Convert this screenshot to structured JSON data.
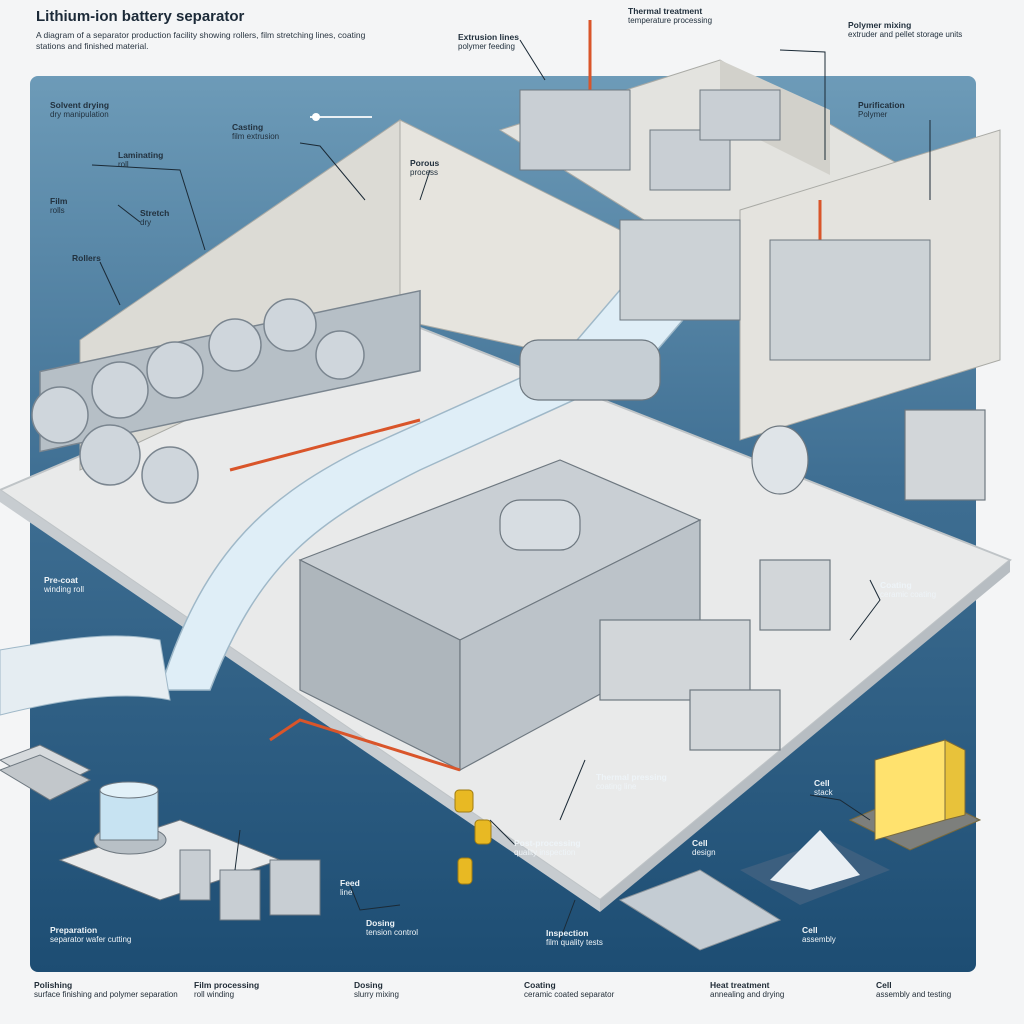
{
  "header": {
    "title": "Lithium-ion battery separator",
    "intro": "A diagram of a separator production facility showing rollers, film stretching lines, coating stations and finished material."
  },
  "callouts": {
    "solvent_dry": {
      "title": "Solvent drying",
      "body": "dry manipulation"
    },
    "casting": {
      "title": "Casting",
      "body": "film extrusion"
    },
    "laminating": {
      "title": "Laminating",
      "body": "roll"
    },
    "film": {
      "title": "Film",
      "body": "rolls"
    },
    "rollers": {
      "title": "Rollers",
      "body": ""
    },
    "stretch": {
      "title": "Stretch",
      "body": "dry"
    },
    "top_process": {
      "title": "Thermal treatment",
      "body": "temperature processing"
    },
    "top_left_unit": {
      "title": "Extrusion lines",
      "body": "polymer feeding"
    },
    "porous": {
      "title": "Porous",
      "body": "process"
    },
    "top_right": {
      "title": "Polymer mixing",
      "body": "extruder and pellet storage units"
    },
    "purification": {
      "title": "Purification",
      "body": "Polymer"
    },
    "bottom_left_film": {
      "title": "Pre-coat",
      "body": "winding roll"
    },
    "right_mid": {
      "title": "Coating",
      "body": "ceramic coating"
    },
    "center_bottom": {
      "title": "Thermal pressing",
      "body": "coating line"
    },
    "center_lower": {
      "title": "Post-processing",
      "body": "quality inspection"
    },
    "cell_mid": {
      "title": "Cell",
      "body": "design"
    },
    "cell_top": {
      "title": "Cell",
      "body": "stack"
    },
    "preparation": {
      "title": "Preparation",
      "body": "separator wafer cutting"
    },
    "feed": {
      "title": "Feed",
      "body": "line"
    },
    "lower_center_text": {
      "title": "Inspection",
      "body": "film quality tests"
    },
    "dosing": {
      "title": "Dosing",
      "body": "tension control"
    },
    "cell_bottom": {
      "title": "Cell",
      "body": "assembly"
    }
  },
  "footer": [
    {
      "title": "Polishing",
      "body": "surface finishing and polymer separation"
    },
    {
      "title": "Film processing",
      "body": "roll winding"
    },
    {
      "title": "Dosing",
      "body": "slurry mixing"
    },
    {
      "title": "Coating",
      "body": "ceramic coated separator"
    },
    {
      "title": "Heat treatment",
      "body": "annealing and drying"
    },
    {
      "title": "Cell",
      "body": "assembly and testing"
    }
  ],
  "colors": {
    "panel_top": "#6d9bb8",
    "panel_bottom": "#1d4d73",
    "floor": "#e9eaea",
    "wall": "#d9d8d2",
    "pipe": "#d9552a",
    "yellow": "#e8b923",
    "film": "#dfeef7"
  }
}
